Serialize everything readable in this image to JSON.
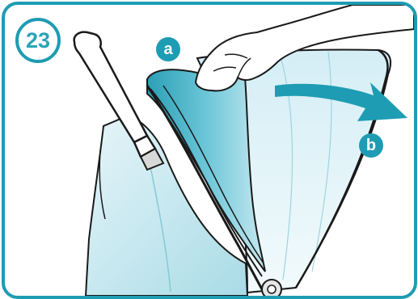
{
  "figure": {
    "step_number": "23",
    "callouts": [
      {
        "id": "a",
        "label": "a"
      },
      {
        "id": "b",
        "label": "b"
      }
    ]
  },
  "colors": {
    "frame": "#1e9cb3",
    "fabric_light": "#d6eef4",
    "fabric_mid": "#aedde8",
    "fabric_dark": "#3fb2c8",
    "arrow": "#1e9cb3",
    "handle": "#ffffff",
    "outline": "#1a1a1a"
  },
  "icons": [
    "hand-icon",
    "curved-arrow-icon",
    "stroller-handle-icon",
    "canopy-icon",
    "wheel-icon"
  ]
}
